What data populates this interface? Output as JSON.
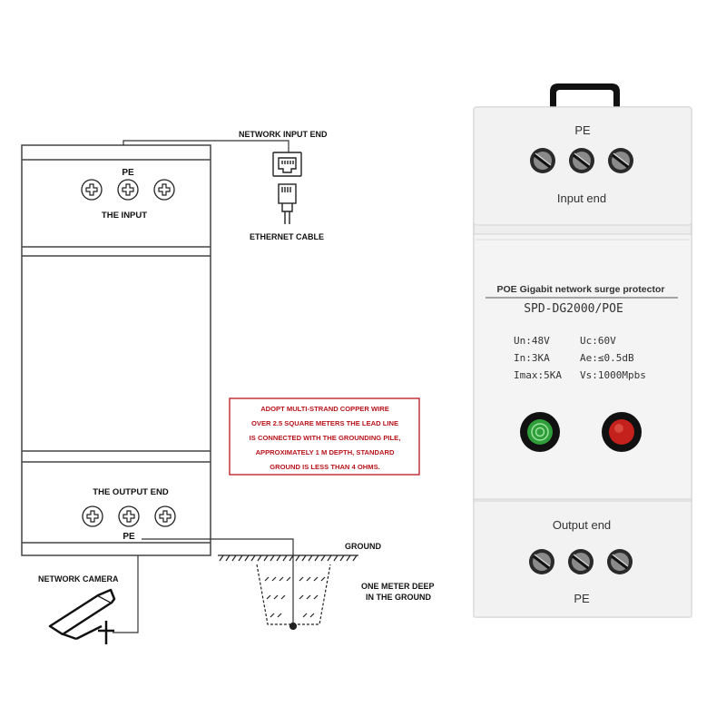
{
  "colors": {
    "note_red": "#b8141c",
    "green_indicator": "#2f9e3a",
    "red_indicator": "#c4201c",
    "device_body": "#eeeeee"
  },
  "diagram": {
    "network_input_end": "NETWORK INPUT END",
    "ethernet_cable": "ETHERNET CABLE",
    "pe_top": "PE",
    "the_input": "THE INPUT",
    "the_output_end": "THE OUTPUT END",
    "pe_bottom": "PE",
    "network_camera": "NETWORK CAMERA",
    "ground": "GROUND",
    "depth_line1": "ONE METER DEEP",
    "depth_line2": "IN THE GROUND",
    "note_lines": [
      "ADOPT MULTI-STRAND COPPER WIRE",
      "OVER 2.5 SQUARE METERS THE LEAD  LINE",
      "IS CONNECTED WITH THE GROUNDING PILE,",
      "APPROXIMATELY 1 M DEPTH, STANDARD",
      "GROUND IS LESS THAN 4 OHMS."
    ]
  },
  "device": {
    "pe_top": "PE",
    "input_end": "Input end",
    "title": "POE Gigabit network surge protector",
    "model": "SPD-DG2000/POE",
    "specs": {
      "un": "Un:48V",
      "uc": "Uc:60V",
      "in": "In:3KA",
      "ae": "Ae:≤0.5dB",
      "imax": "Imax:5KA",
      "vs": "Vs:1000Mpbs"
    },
    "output_end": "Output end",
    "pe_bottom": "PE"
  }
}
